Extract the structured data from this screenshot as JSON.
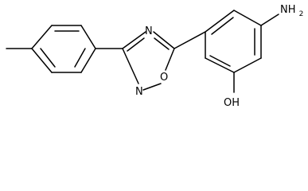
{
  "molecule": {
    "atoms": {
      "nitrogen_oxadiazole_top": "N",
      "oxygen_oxadiazole": "O",
      "nitrogen_oxadiazole_bottom": "N",
      "amine_main": "NH",
      "amine_subscript": "2",
      "hydroxyl": "OH"
    },
    "colors": {
      "bond": "#000000",
      "text": "#000000",
      "background": "#ffffff"
    }
  }
}
